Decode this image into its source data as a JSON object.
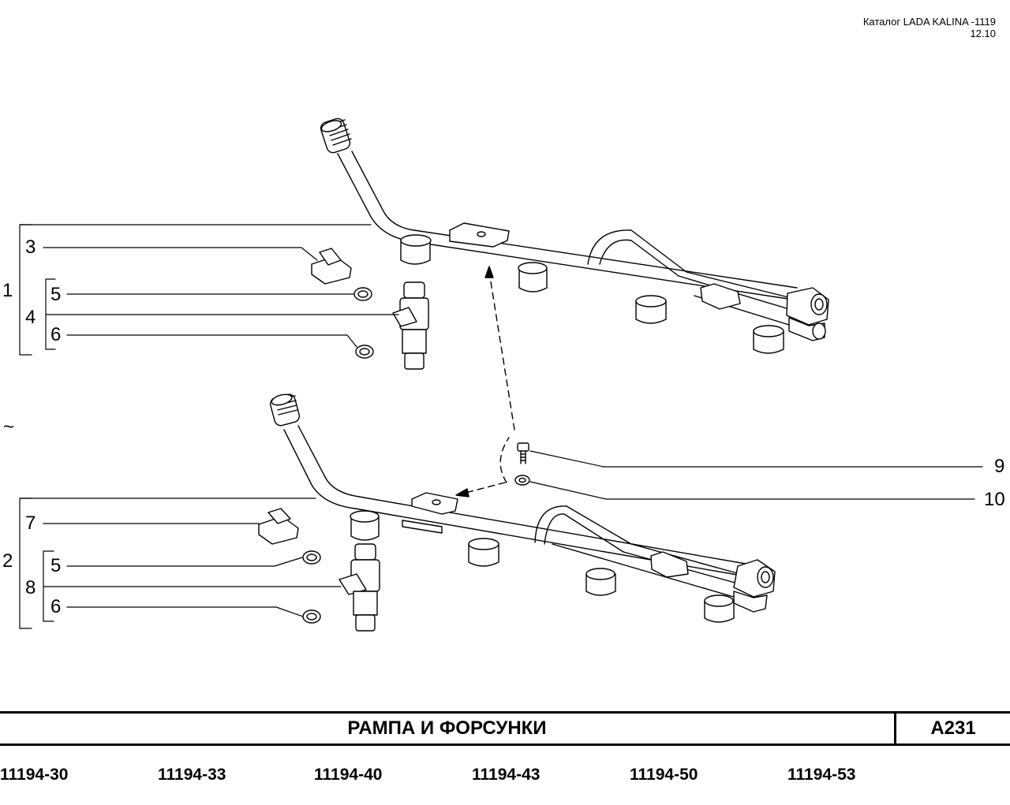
{
  "header": {
    "catalog": "Каталог  LADA  KALINA -1119",
    "date": "12.10"
  },
  "callouts": {
    "c1": "1",
    "c2": "2",
    "c3": "3",
    "c4": "4",
    "c5a": "5",
    "c6a": "6",
    "c7": "7",
    "c8": "8",
    "c5b": "5",
    "c6b": "6",
    "c9": "9",
    "c10": "10",
    "tilde": "~"
  },
  "title": {
    "text": "РАМПА   И   ФОРСУНКИ",
    "sheet": "А231"
  },
  "models": [
    "11194-30",
    "11194-33",
    "11194-40",
    "11194-43",
    "11194-50",
    "11194-53"
  ]
}
